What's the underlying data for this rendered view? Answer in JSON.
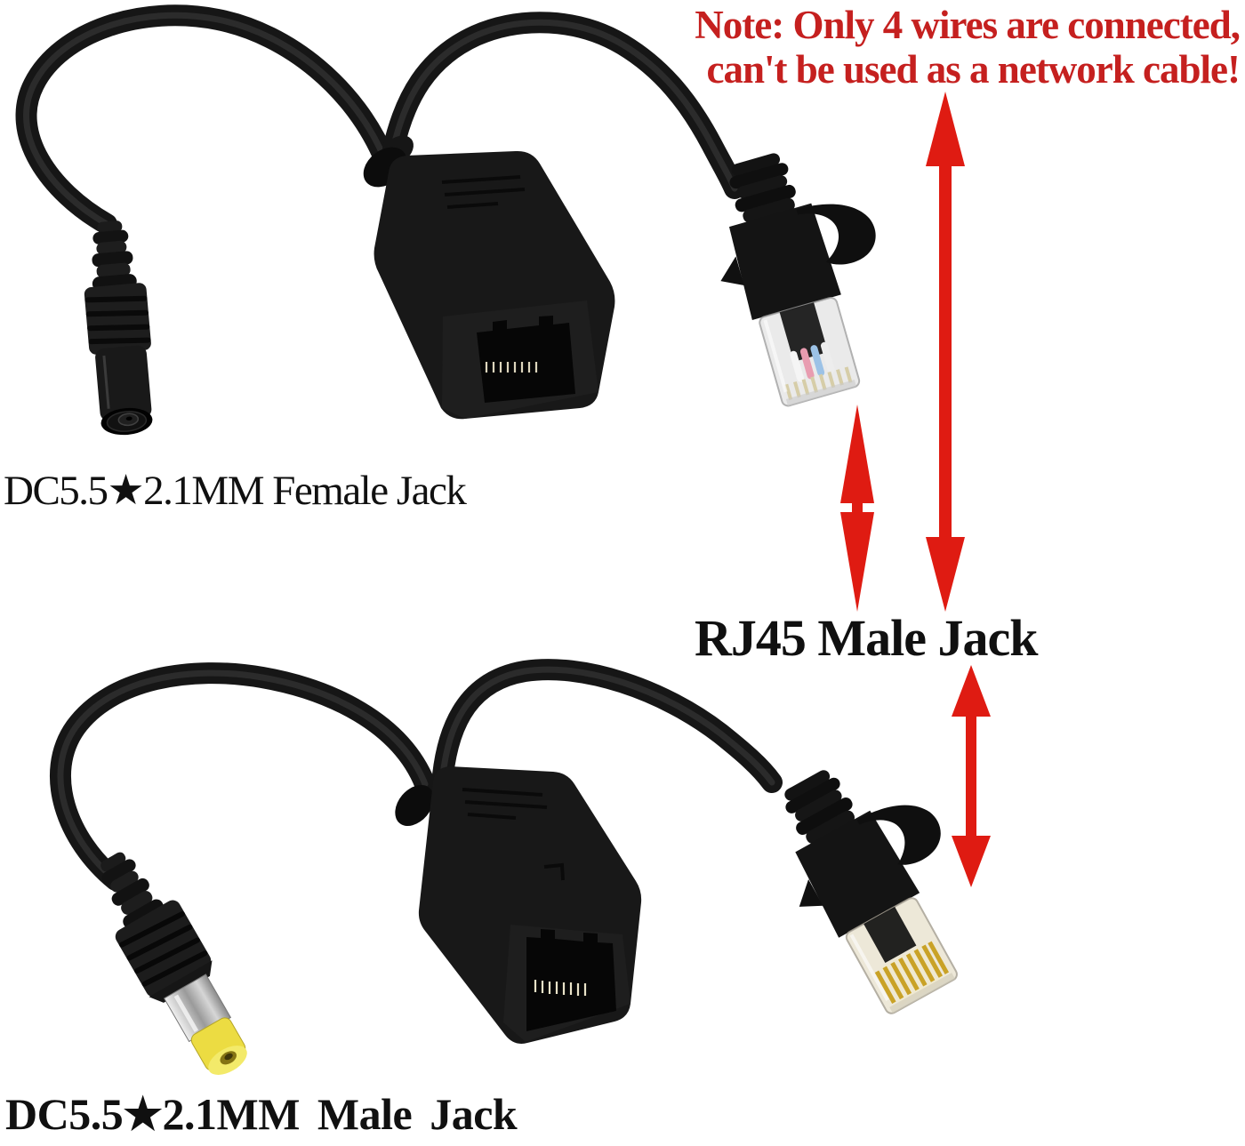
{
  "note": {
    "line1": "Note: Only 4 wires are connected,",
    "line2": "can't be used as a network cable!",
    "color": "#c5201f"
  },
  "labels": {
    "dc_female_jack": "DC5.5★2.1MM Female Jack",
    "rj45_male_jack": "RJ45 Male Jack",
    "dc_male_jack": "DC5.5★2.1MM Male Jack"
  },
  "colors": {
    "background": "#ffffff",
    "arrow_red": "#df1b12",
    "label_text": "#101010",
    "cable_black": "#161616",
    "connector_black": "#181818",
    "dc_tip_yellow": "#ecdc42",
    "metal_silver": "#c8c8c8",
    "rj45_pin_gold": "#c9a227"
  },
  "icons": {
    "note_arrow": "double-headed-vertical-arrow",
    "rj45_pointer_arrow": "double-diamond-vertical-arrow",
    "label_arrow": "double-headed-vertical-arrow"
  },
  "products": {
    "top_adapter_parts": [
      "DC 5.5x2.1mm female jack",
      "RJ45 female coupler",
      "RJ45 male plug"
    ],
    "bottom_adapter_parts": [
      "DC 5.5x2.1mm male plug",
      "RJ45 female coupler",
      "RJ45 male plug"
    ]
  }
}
